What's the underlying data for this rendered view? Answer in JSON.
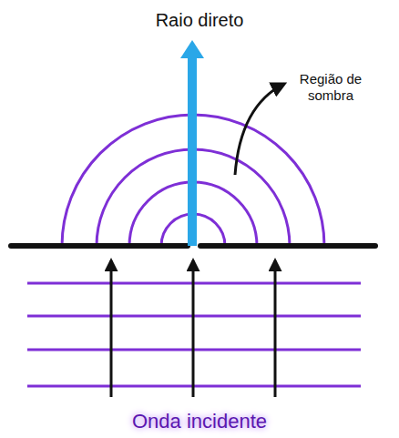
{
  "diagram": {
    "labels": [
      "Raio direto",
      "Região de sombra",
      "Onda incidente"
    ]
  }
}
